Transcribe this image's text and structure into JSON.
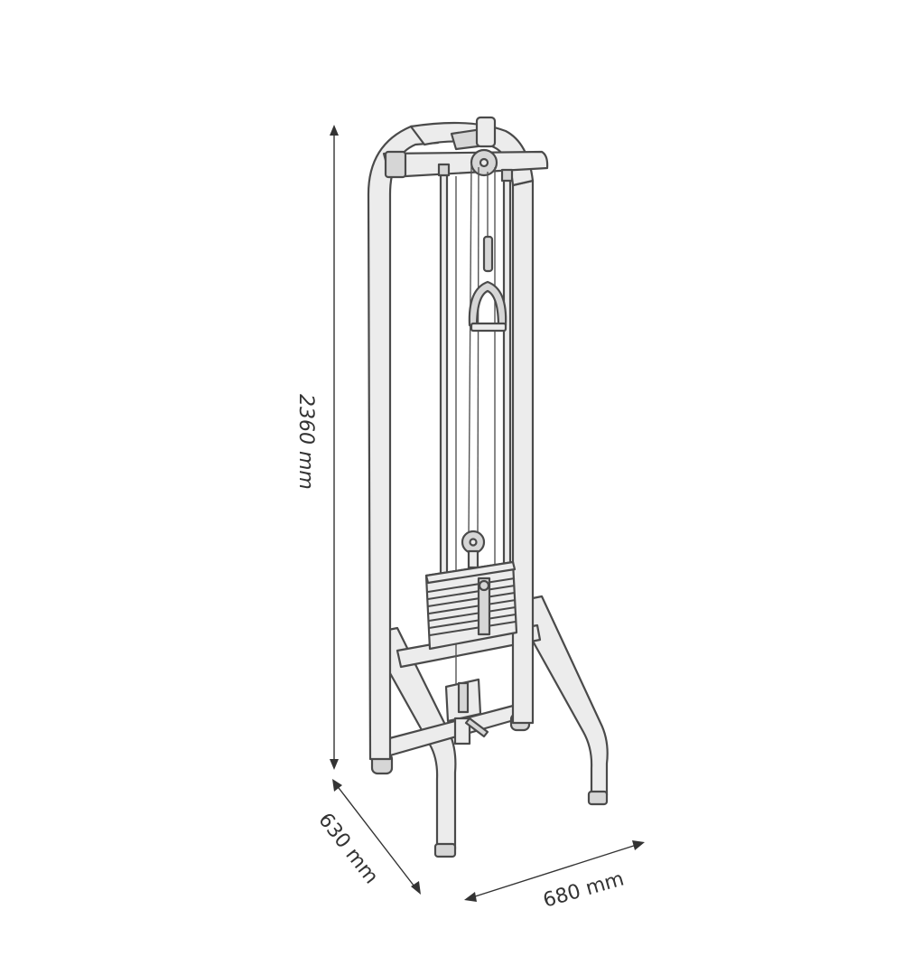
{
  "dimensions": {
    "height_label": "2360 mm",
    "depth_label": "630 mm",
    "width_label": "680 mm"
  },
  "colors": {
    "outline": "#4a4a4a",
    "fill": "#ececec",
    "background": "#ffffff"
  }
}
